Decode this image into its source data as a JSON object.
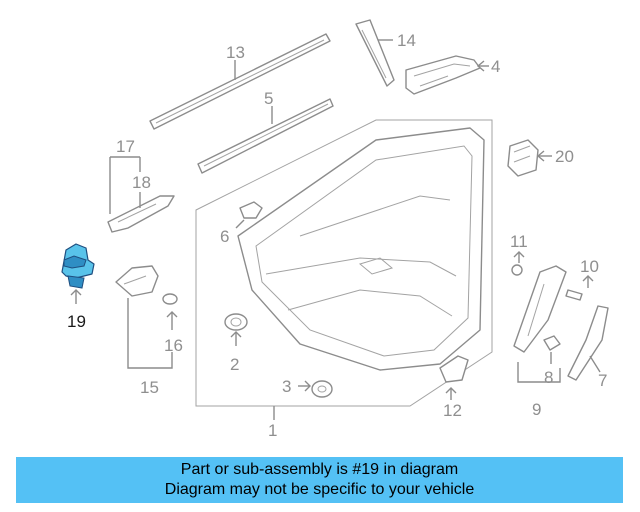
{
  "diagram": {
    "callouts": [
      "1",
      "2",
      "3",
      "4",
      "5",
      "6",
      "7",
      "8",
      "9",
      "10",
      "11",
      "12",
      "13",
      "14",
      "15",
      "16",
      "17",
      "18",
      "19",
      "20"
    ],
    "highlighted_part": "19",
    "highlight_color": "#59c3ea",
    "line_color": "#8c8c8c"
  },
  "banner": {
    "line1": "Part or sub-assembly is #19 in diagram",
    "line2": "Diagram may not be specific to your vehicle",
    "background": "#54c1f5"
  }
}
